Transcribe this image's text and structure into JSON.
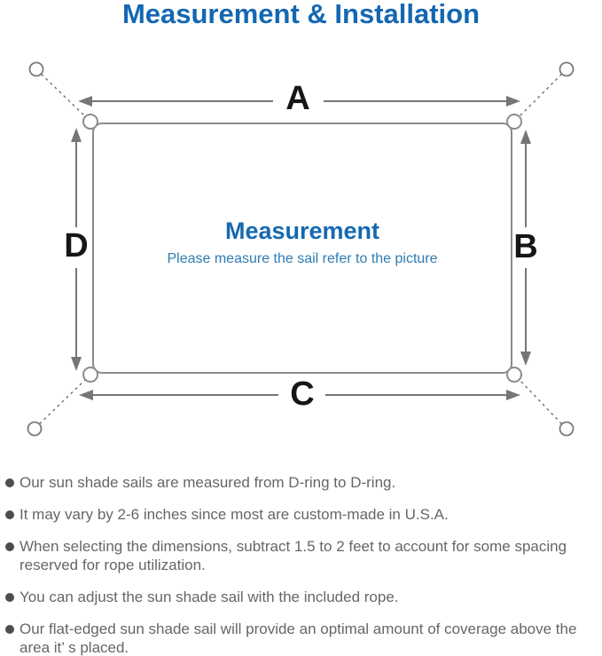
{
  "title": "Measurement & Installation",
  "diagram": {
    "labels": {
      "top": "A",
      "right": "B",
      "bottom": "C",
      "left": "D"
    },
    "center_title": "Measurement",
    "center_subtitle": "Please measure the sail refer to the picture"
  },
  "colors": {
    "title_blue": "#1467b2",
    "subtitle_blue": "#2e7cb0",
    "outline_gray": "#8c8c8c",
    "arrow_gray": "#767676",
    "note_text_gray": "#666666"
  },
  "notes": [
    "Our sun shade sails are measured from D-ring to D-ring.",
    "It may vary by 2-6 inches since most are custom-made in U.S.A.",
    "When selecting the dimensions, subtract 1.5 to 2 feet to account for some spacing reserved for rope utilization.",
    "You can adjust the sun shade sail with the included rope.",
    "Our flat-edged sun shade sail will provide an optimal amount of coverage above the area it’ s placed."
  ]
}
